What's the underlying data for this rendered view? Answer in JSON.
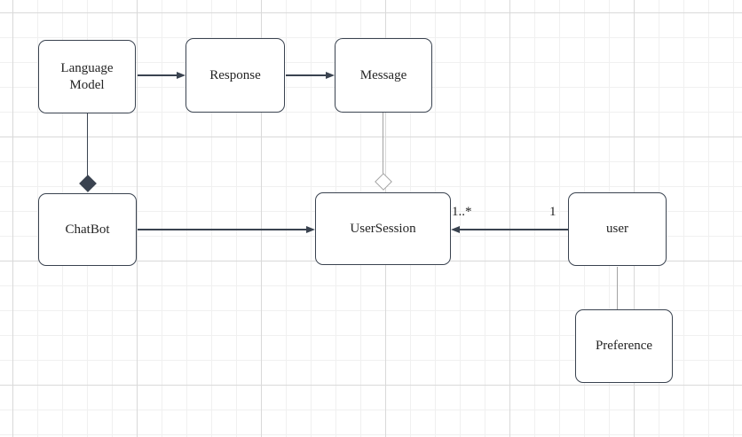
{
  "diagram": {
    "type": "uml-class-diagram",
    "nodes": [
      {
        "id": "language-model",
        "label": "Language Model"
      },
      {
        "id": "response",
        "label": "Response"
      },
      {
        "id": "message",
        "label": "Message"
      },
      {
        "id": "chatbot",
        "label": "ChatBot"
      },
      {
        "id": "usersession",
        "label": "UserSession"
      },
      {
        "id": "user",
        "label": "user"
      },
      {
        "id": "preference",
        "label": "Preference"
      }
    ],
    "edges": [
      {
        "from": "Language Model",
        "to": "Response",
        "type": "arrow"
      },
      {
        "from": "Response",
        "to": "Message",
        "type": "arrow"
      },
      {
        "from": "Language Model",
        "to": "ChatBot",
        "type": "composition-filled-diamond"
      },
      {
        "from": "Message",
        "to": "UserSession",
        "type": "aggregation-hollow-diamond"
      },
      {
        "from": "ChatBot",
        "to": "UserSession",
        "type": "arrow"
      },
      {
        "from": "user",
        "to": "UserSession",
        "type": "arrow",
        "source_label": "1",
        "target_label": "1..*"
      },
      {
        "from": "user",
        "to": "Preference",
        "type": "line"
      }
    ]
  },
  "colors": {
    "background": "#ffffff",
    "grid_minor": "#f0f0f0",
    "grid_major": "#d9d9d9",
    "node_border": "#3a4350",
    "node_fill": "#ffffff",
    "edge_dark": "#3a4350",
    "edge_gray": "#a3a3a3",
    "text": "#242424"
  }
}
